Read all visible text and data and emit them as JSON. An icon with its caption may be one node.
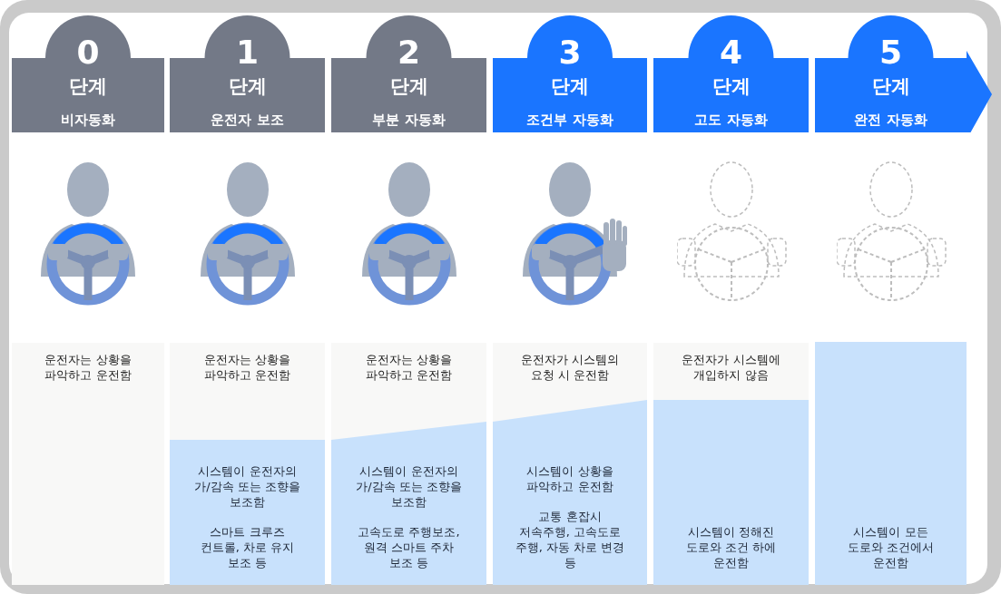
{
  "diagram": {
    "nodes": [
      {
        "text": [
          "0",
          "단계",
          "비자동화"
        ]
      },
      {
        "text": [
          "운전자는 상황을 파악하고 운전함"
        ]
      },
      {
        "text": [
          "1",
          "단계",
          "운전자 보조"
        ]
      },
      {
        "text": [
          "운전자는 상황을 파악하고 운전함"
        ]
      },
      {
        "text": [
          "시스템이 운전자의 가/감속 또는 조향을 보조함",
          "스마트 크루즈 컨트롤, 차로 유지 보조 등"
        ]
      },
      {
        "text": [
          "2",
          "단계",
          "부분 자동화"
        ]
      },
      {
        "text": [
          "운전자는 상황을 파악하고 운전함"
        ]
      },
      {
        "text": [
          "시스템이 운전자의 가/감속 또는 조향을 보조함",
          "고속도로 주행보조, 원격 스마트 주차 보조 등"
        ]
      },
      {
        "text": [
          "3",
          "단계",
          "조건부 자동화"
        ]
      },
      {
        "text": [
          "운전자가 시스템의 요청 시 운전함"
        ]
      },
      {
        "text": [
          "시스템이 상황을 파악하고 운전함",
          "교통 혼잡시 저속주행, 고속도로 주행, 자동 차로 변경 등"
        ]
      },
      {
        "text": [
          "4",
          "단계",
          "고도 자동화"
        ]
      },
      {
        "text": [
          "운전자가 시스템에 개입하지 않음"
        ]
      },
      {
        "text": [
          "시스템이 정해진 도로와 조건 하에 운전함"
        ]
      },
      {
        "text": [
          "5",
          "단계",
          "완전 자동화"
        ]
      },
      {
        "text": [
          "시스템이 모든 도로와 조건에서 운전함"
        ]
      }
    ],
    "edges": []
  }
}
